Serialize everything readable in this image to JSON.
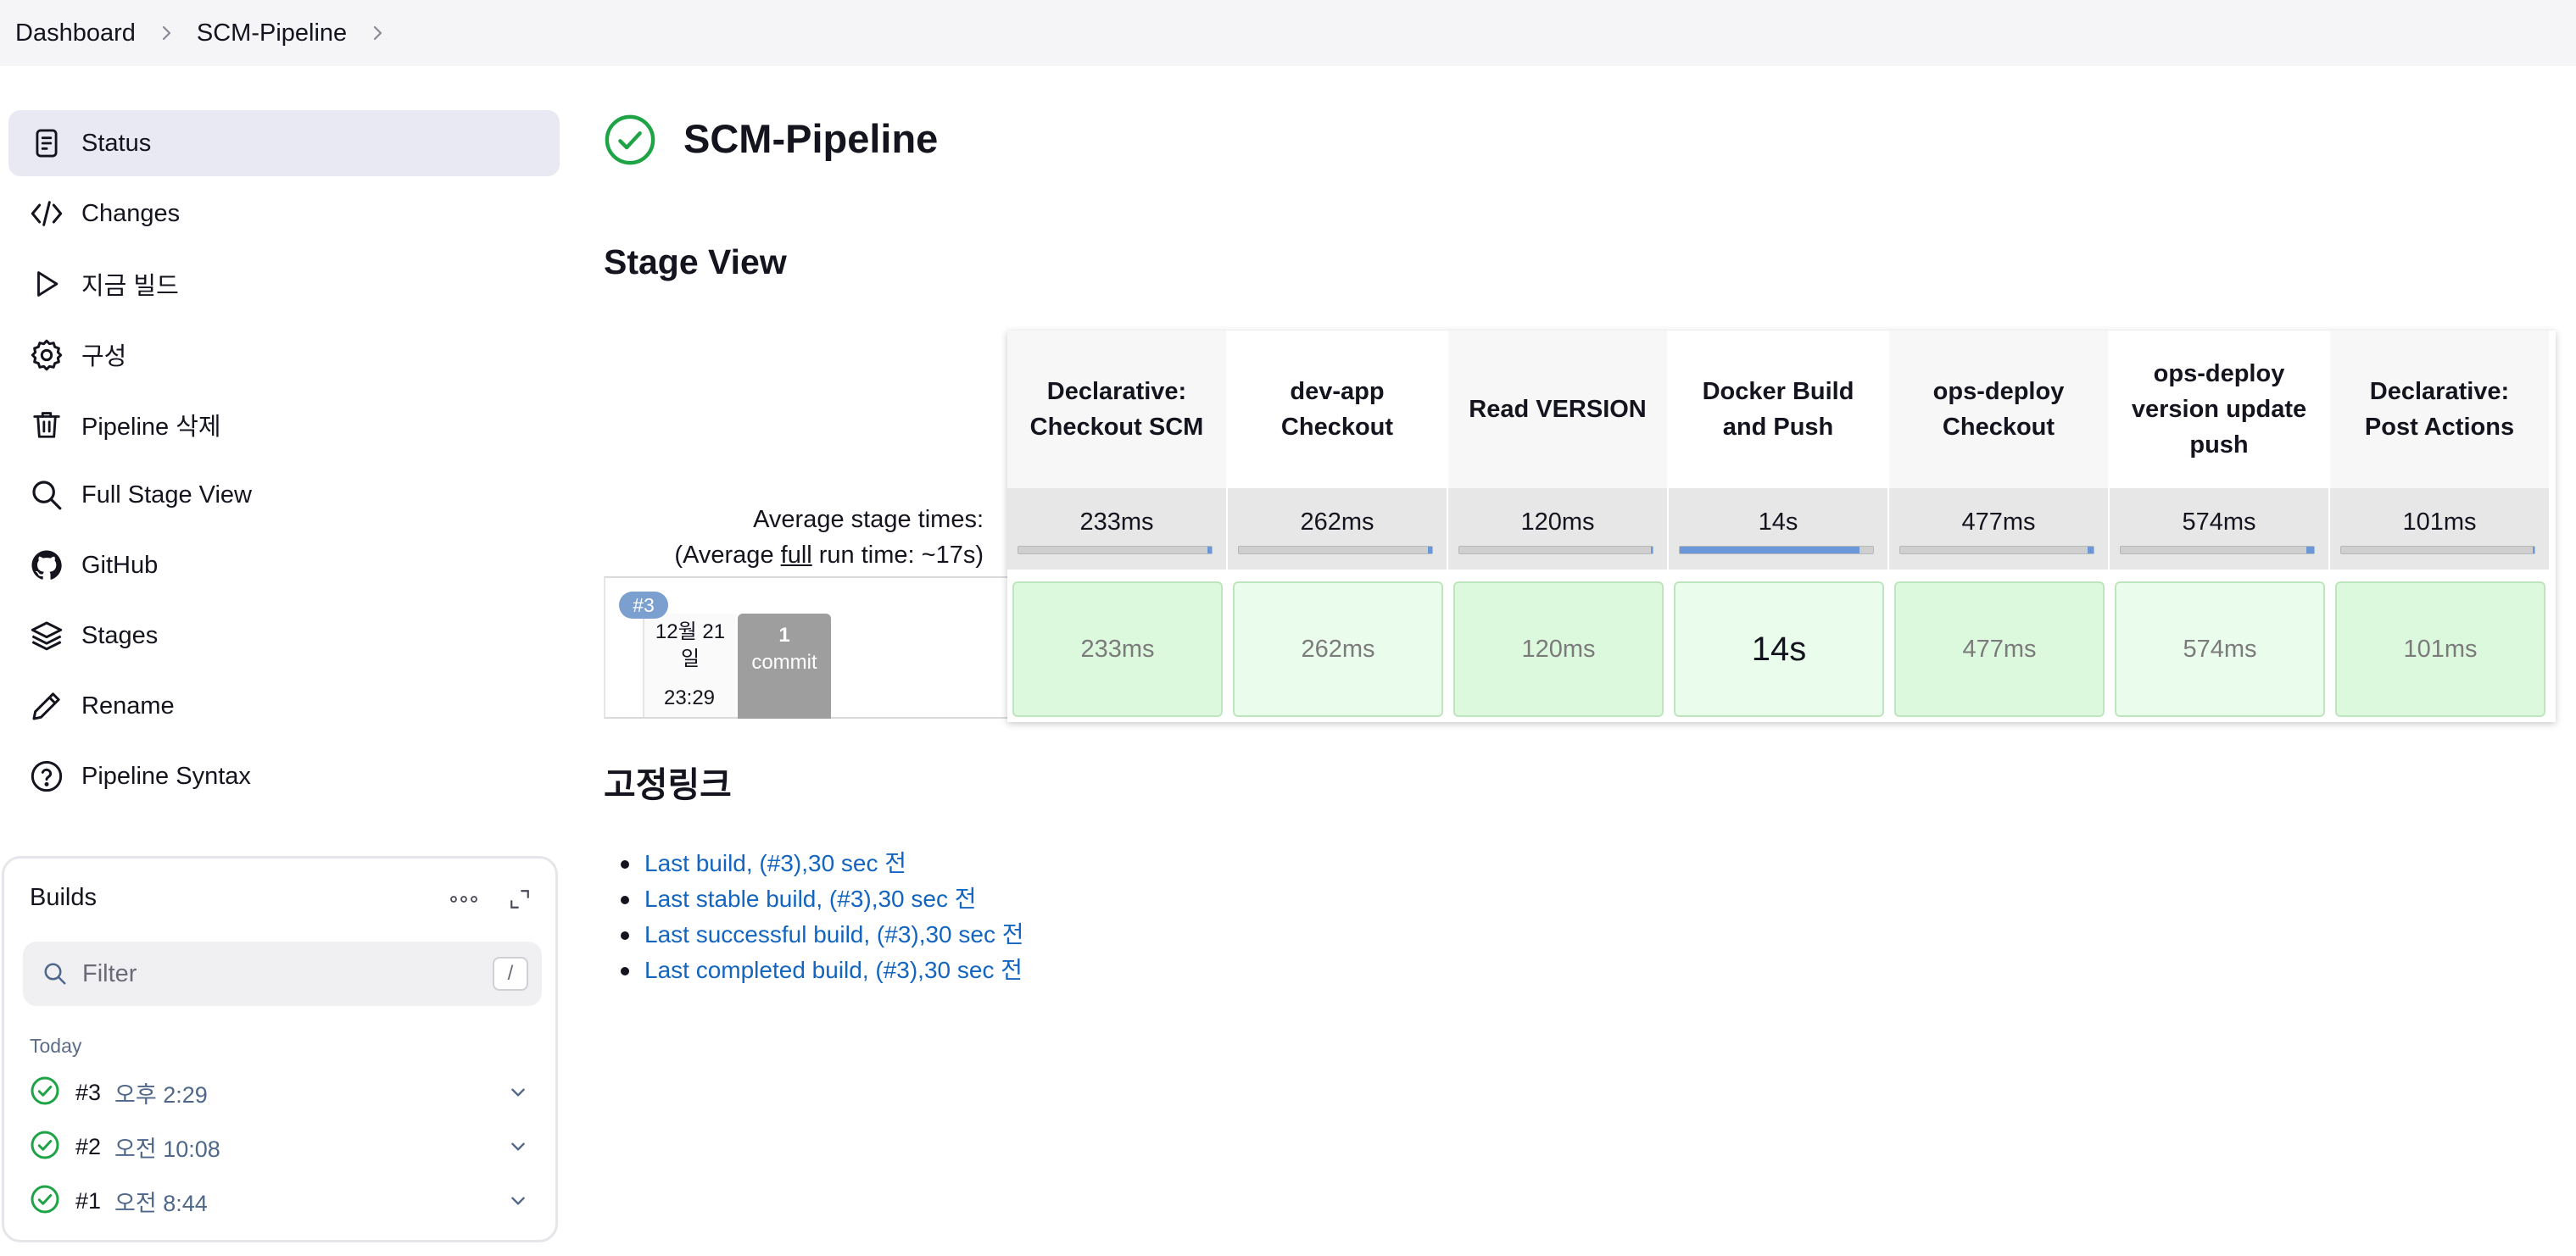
{
  "breadcrumb": {
    "items": [
      "Dashboard",
      "SCM-Pipeline"
    ]
  },
  "sidebar": {
    "items": [
      {
        "label": "Status",
        "icon": "document-icon",
        "active": true
      },
      {
        "label": "Changes",
        "icon": "code-icon"
      },
      {
        "label": "지금 빌드",
        "icon": "play-icon"
      },
      {
        "label": "구성",
        "icon": "gear-icon"
      },
      {
        "label": "Pipeline 삭제",
        "icon": "trash-icon"
      },
      {
        "label": "Full Stage View",
        "icon": "search-icon"
      },
      {
        "label": "GitHub",
        "icon": "github-icon"
      },
      {
        "label": "Stages",
        "icon": "layers-icon"
      },
      {
        "label": "Rename",
        "icon": "pencil-icon"
      },
      {
        "label": "Pipeline Syntax",
        "icon": "help-icon"
      }
    ]
  },
  "builds": {
    "title": "Builds",
    "filter_placeholder": "Filter",
    "filter_shortcut": "/",
    "group_label": "Today",
    "items": [
      {
        "number": "#3",
        "time": "오후 2:29",
        "status": "success"
      },
      {
        "number": "#2",
        "time": "오전 10:08",
        "status": "success"
      },
      {
        "number": "#1",
        "time": "오전 8:44",
        "status": "success"
      }
    ]
  },
  "main": {
    "title": "SCM-Pipeline",
    "stage_view_title": "Stage View",
    "avg_label_line1": "Average stage times:",
    "avg_label_line2_pre": "(Average ",
    "avg_label_line2_u": "full",
    "avg_label_line2_post": " run time: ~17s)",
    "stages": [
      {
        "name": "Declarative: Checkout SCM",
        "avg": "233ms",
        "avg_fraction": 0.02,
        "run": "233ms"
      },
      {
        "name": "dev-app Checkout",
        "avg": "262ms",
        "avg_fraction": 0.02,
        "run": "262ms"
      },
      {
        "name": "Read VERSION",
        "avg": "120ms",
        "avg_fraction": 0.01,
        "run": "120ms"
      },
      {
        "name": "Docker Build and Push",
        "avg": "14s",
        "avg_fraction": 0.93,
        "run": "14s"
      },
      {
        "name": "ops-deploy Checkout",
        "avg": "477ms",
        "avg_fraction": 0.03,
        "run": "477ms"
      },
      {
        "name": "ops-deploy version update push",
        "avg": "574ms",
        "avg_fraction": 0.04,
        "run": "574ms"
      },
      {
        "name": "Declarative: Post Actions",
        "avg": "101ms",
        "avg_fraction": 0.01,
        "run": "101ms"
      }
    ],
    "run": {
      "badge": "#3",
      "date_line1": "12월 21",
      "date_line2": "일",
      "time": "23:29",
      "commit_count": "1",
      "commit_label": "commit"
    },
    "permalinks_title": "고정링크",
    "permalinks": [
      "Last build, (#3),30 sec 전",
      "Last stable build, (#3),30 sec 전",
      "Last successful build, (#3),30 sec 전",
      "Last completed build, (#3),30 sec 전"
    ]
  },
  "colors": {
    "success": "#1ea446",
    "link": "#1465c0",
    "cell_green": "#ddf9dd",
    "bar_fill": "#6b98d9",
    "active_nav": "#e9e9f3"
  }
}
